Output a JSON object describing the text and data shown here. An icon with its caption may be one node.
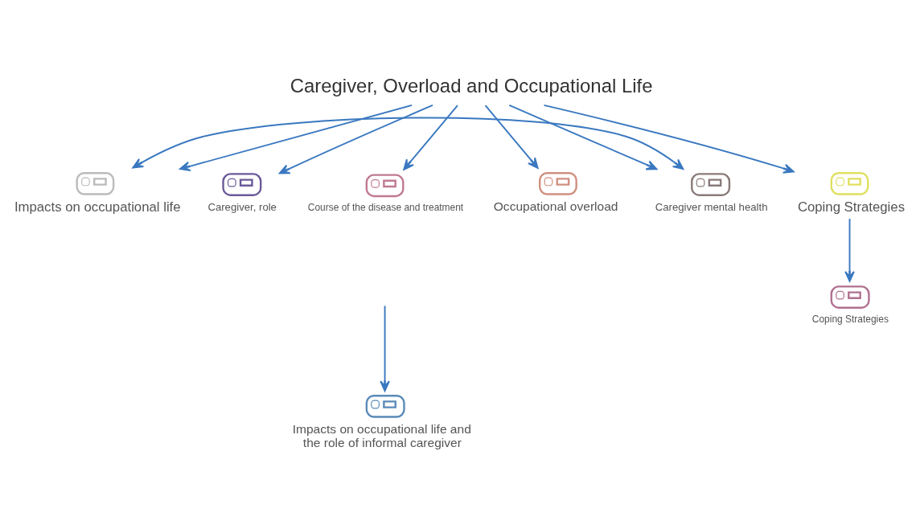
{
  "diagram": {
    "nodes": [
      {
        "text": [
          "Caregiver, Overload and Occupational Life"
        ]
      },
      {
        "text": [
          "Impacts on occupational life"
        ]
      },
      {
        "text": [
          "Caregiver, role"
        ]
      },
      {
        "text": [
          "Course of the disease and treatment"
        ]
      },
      {
        "text": [
          "Occupational overload"
        ]
      },
      {
        "text": [
          "Caregiver mental health"
        ]
      },
      {
        "text": [
          "Coping Strategies"
        ]
      },
      {
        "text": [
          "Impacts on occupational life and the role of informal caregiver"
        ]
      },
      {
        "text": [
          "Coping Strategies"
        ]
      }
    ],
    "edges": [
      {
        "from": 0,
        "to": 1,
        "arrow": "to"
      },
      {
        "from": 0,
        "to": 2,
        "arrow": "to"
      },
      {
        "from": 0,
        "to": 3,
        "arrow": "to"
      },
      {
        "from": 0,
        "to": 4,
        "arrow": "to"
      },
      {
        "from": 0,
        "to": 5,
        "arrow": "to"
      },
      {
        "from": 0,
        "to": 6,
        "arrow": "to"
      },
      {
        "from": 1,
        "to": 5,
        "arrow": "both"
      },
      {
        "from": null,
        "to": 7,
        "arrow": "to"
      },
      {
        "from": 6,
        "to": 8,
        "arrow": "to"
      }
    ]
  }
}
